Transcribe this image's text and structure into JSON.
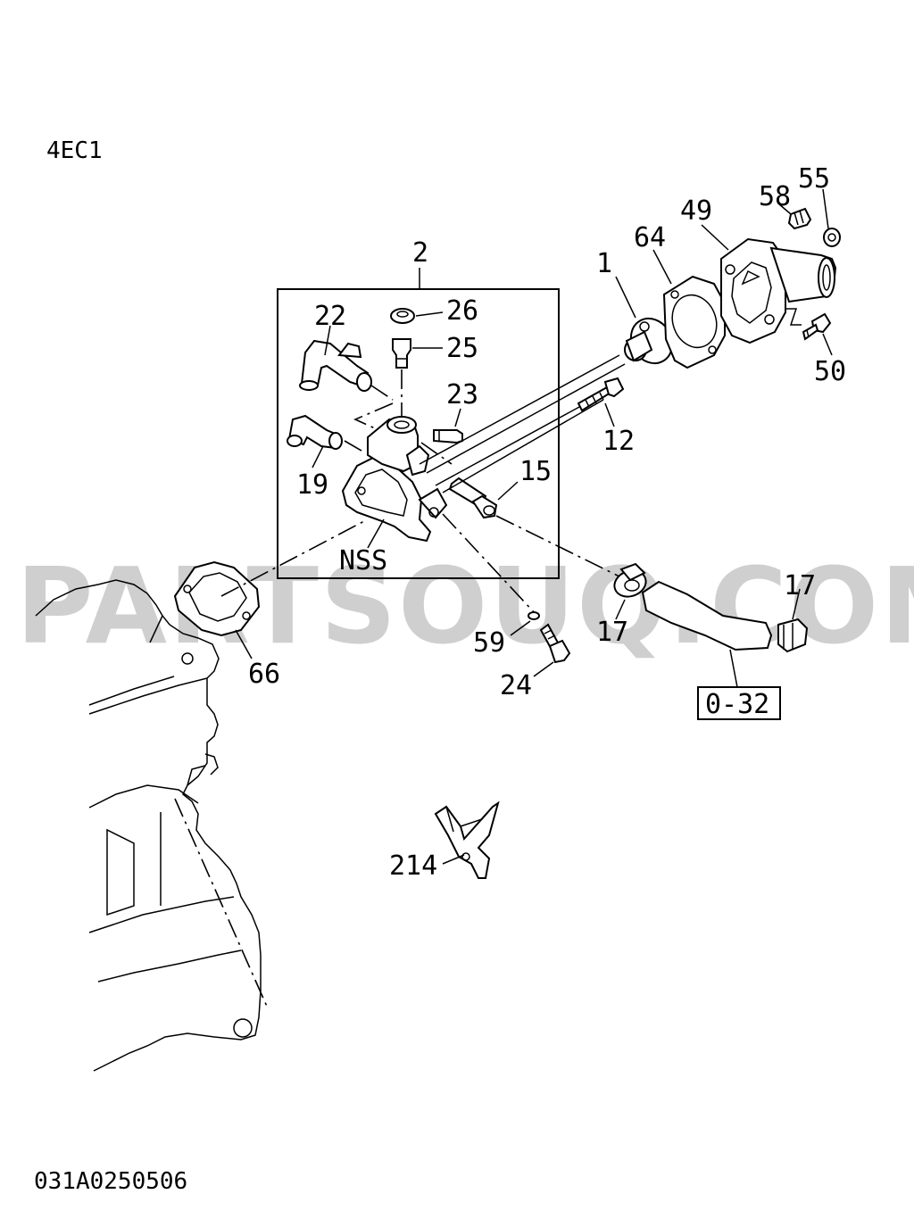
{
  "header": {
    "engine_code": "4EC1"
  },
  "footer": {
    "drawing_number": "031A0250506"
  },
  "watermark": "PARTSOUQ.COM",
  "callouts": {
    "c1": "1",
    "c2": "2",
    "c12": "12",
    "c15": "15",
    "c17a": "17",
    "c17b": "17",
    "c19": "19",
    "c22": "22",
    "c23": "23",
    "c24": "24",
    "c25": "25",
    "c26": "26",
    "c49": "49",
    "c50": "50",
    "c55": "55",
    "c58": "58",
    "c59": "59",
    "c64": "64",
    "c66": "66",
    "c214": "214",
    "nss": "NSS",
    "ref": "0-32"
  }
}
